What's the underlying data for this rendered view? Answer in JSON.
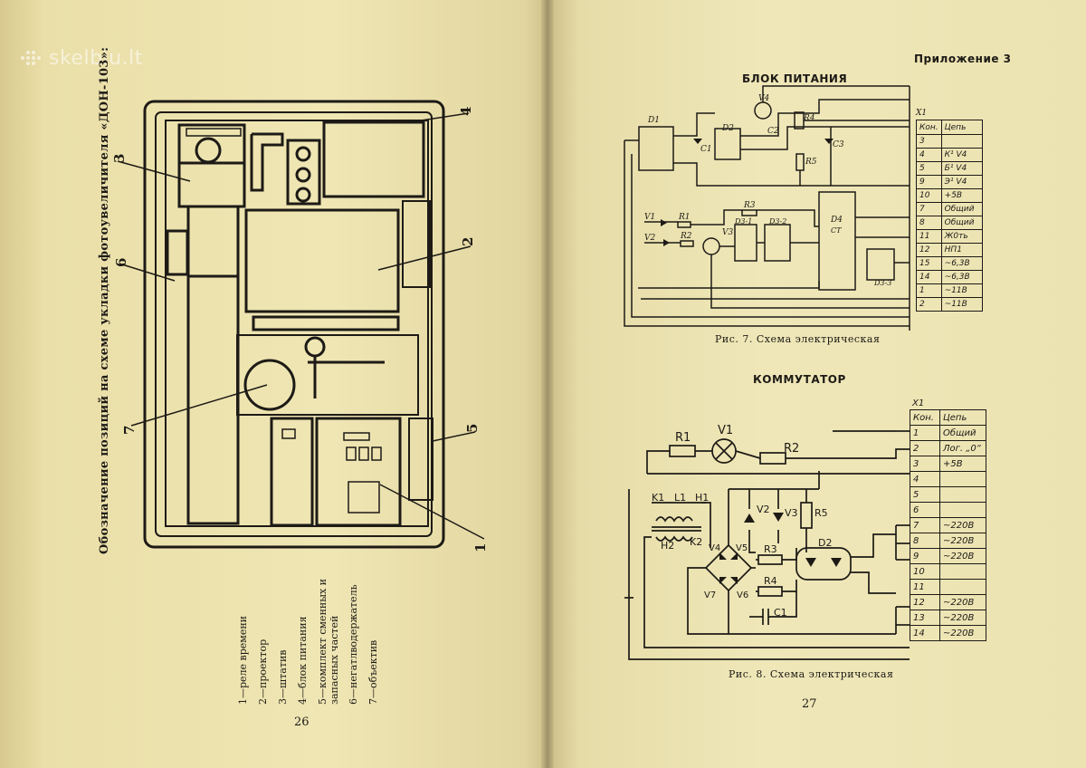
{
  "watermark": "skelbiu.lt",
  "left_page": {
    "side_title": "Обозначение позиций на схеме укладки фотоувеличителя «ДОН-103»:",
    "callouts": [
      "1",
      "2",
      "3",
      "4",
      "5",
      "6",
      "7"
    ],
    "legend": [
      "1—реле времени",
      "2—проектор",
      "3—штатив",
      "4—блок питания",
      "5—комплект сменных и запасных частей",
      "6—негатлводержатель",
      "7—объектив"
    ],
    "page_number": "26"
  },
  "right_page": {
    "header": "Приложение 3",
    "page_number": "27",
    "psu": {
      "title": "БЛОК ПИТАНИЯ",
      "caption": "Рис. 7. Схема электрическая",
      "labels": [
        "D1",
        "V4",
        "R4",
        "D2",
        "C2",
        "C1",
        "C3",
        "R5",
        "R3",
        "D3-1",
        "D3-2",
        "D4",
        "CT",
        "D3-3",
        "V1",
        "R1",
        "V2",
        "R2",
        "V3"
      ],
      "table_title": "X1",
      "table_header": [
        "Кон.",
        "Цепь"
      ],
      "table_rows": [
        [
          "3",
          ""
        ],
        [
          "4",
          "К¹ V4"
        ],
        [
          "5",
          "Б¹ V4"
        ],
        [
          "9",
          "Э¹ V4"
        ],
        [
          "10",
          "+5В"
        ],
        [
          "7",
          "Общий"
        ],
        [
          "8",
          "Общий"
        ],
        [
          "11",
          "Ж0ть"
        ],
        [
          "12",
          "НП1"
        ],
        [
          "15",
          "~6,3В"
        ],
        [
          "14",
          "~6,3В"
        ],
        [
          "1",
          "~11В"
        ],
        [
          "2",
          "~11В"
        ]
      ]
    },
    "commutator": {
      "title": "КОММУТАТОР",
      "caption": "Рис. 8. Схема электрическая",
      "labels": [
        "R1",
        "V1",
        "R2",
        "K1",
        "L1",
        "H1",
        "H2",
        "K2",
        "V2",
        "V3",
        "R5",
        "V4",
        "V5",
        "R3",
        "D2",
        "V7",
        "V6",
        "R4",
        "C1"
      ],
      "table_title": "X1",
      "table_header": [
        "Кон.",
        "Цепь"
      ],
      "table_rows": [
        [
          "1",
          "Общий"
        ],
        [
          "2",
          "Лог. „0“"
        ],
        [
          "3",
          "+5В"
        ],
        [
          "4",
          ""
        ],
        [
          "5",
          ""
        ],
        [
          "6",
          ""
        ],
        [
          "7",
          "~220В"
        ],
        [
          "8",
          "~220В"
        ],
        [
          "9",
          "~220В"
        ],
        [
          "10",
          ""
        ],
        [
          "11",
          ""
        ],
        [
          "12",
          "~220В"
        ],
        [
          "13",
          "~220В"
        ],
        [
          "14",
          "~220В"
        ]
      ]
    }
  }
}
